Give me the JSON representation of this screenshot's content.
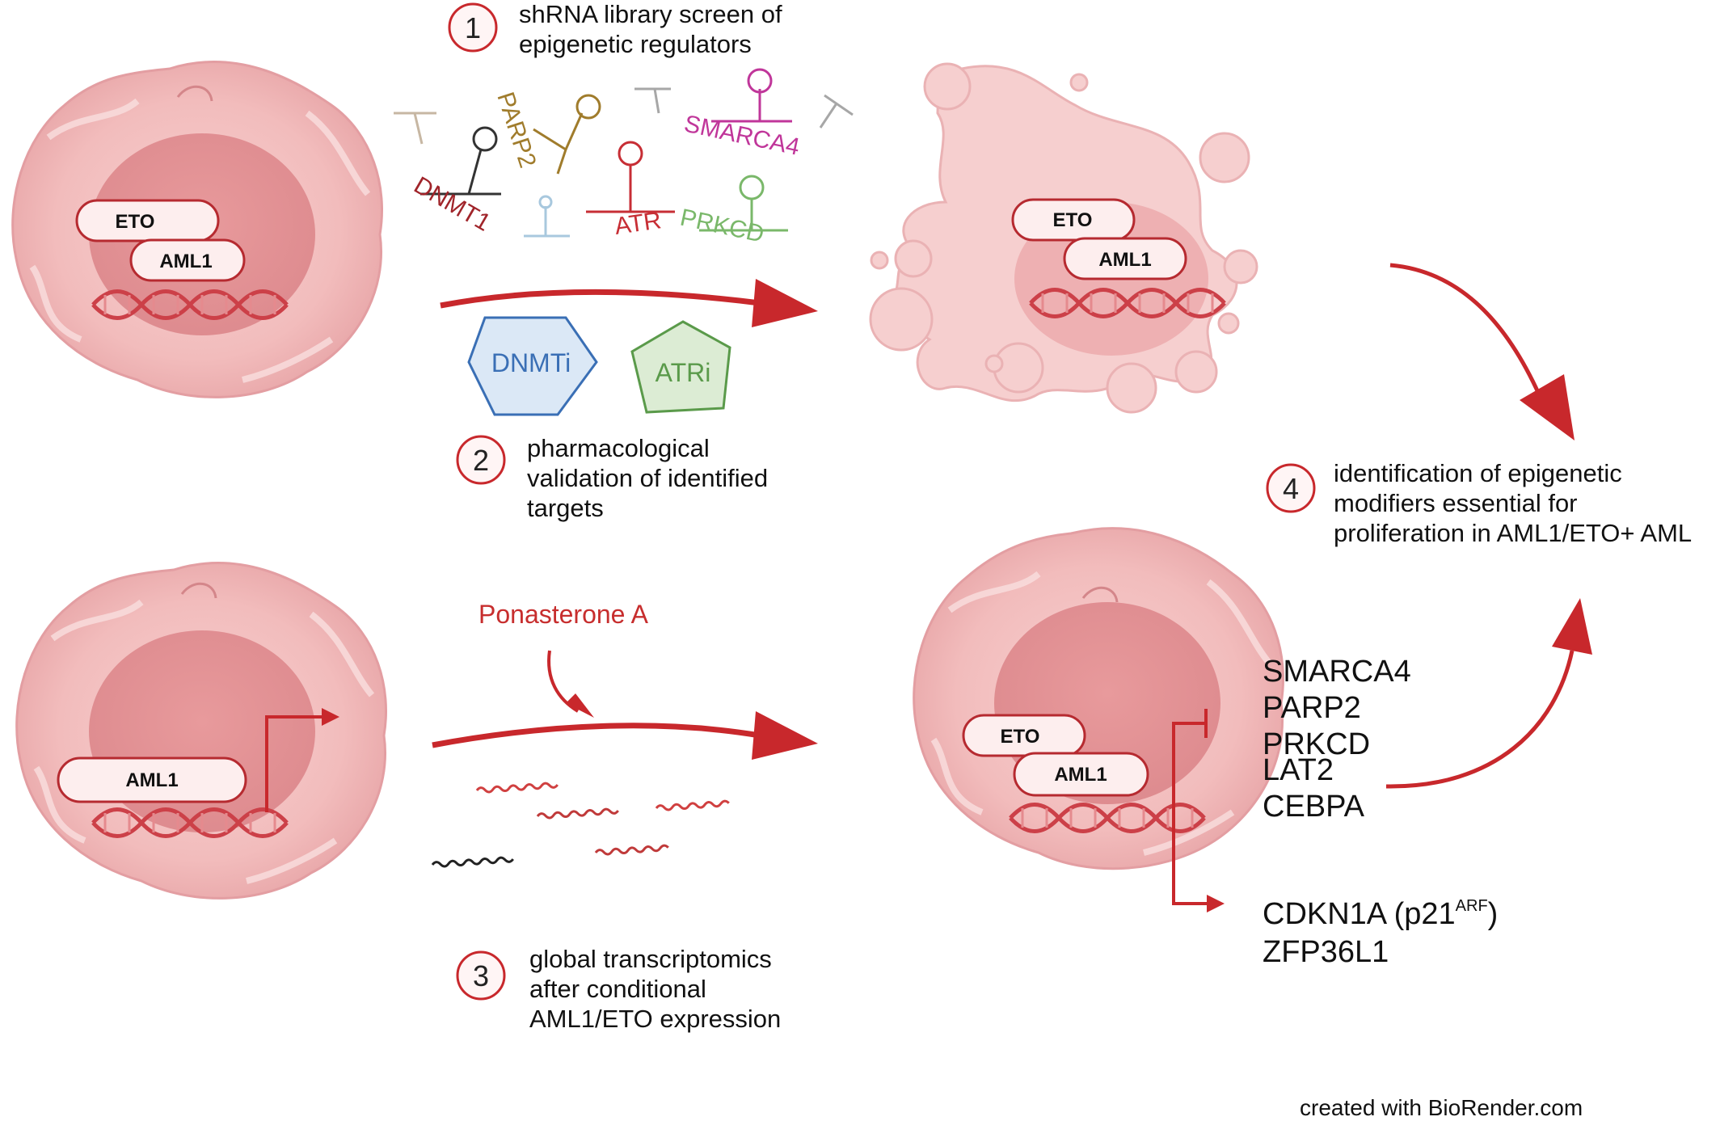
{
  "steps": {
    "step1": {
      "number": "1",
      "lines": [
        "shRNA library screen of",
        "epigenetic regulators"
      ]
    },
    "step2": {
      "number": "2",
      "lines": [
        "pharmacological",
        "validation of identified",
        "targets"
      ]
    },
    "step3": {
      "number": "3",
      "lines": [
        "global transcriptomics",
        "after conditional",
        "AML1/ETO expression"
      ]
    },
    "step4": {
      "number": "4",
      "lines": [
        "identification of epigenetic",
        "modifiers essential for",
        "proliferation in AML1/ETO+ AML"
      ]
    }
  },
  "cells": {
    "eto_label": "ETO",
    "aml1_label": "AML1"
  },
  "shrna_labels": {
    "parp2": {
      "text": "PARP2",
      "color": "#a07c2c"
    },
    "smarca4": {
      "text": "SMARCA4",
      "color": "#c0369a"
    },
    "dnmt1": {
      "text": "DNMT1",
      "color": "#a0242a"
    },
    "atr": {
      "text": "ATR",
      "color": "#c72e35"
    },
    "prkcd": {
      "text": "PRKCD",
      "color": "#7ab86a"
    }
  },
  "drugs": {
    "dnmti": {
      "text": "DNMTi",
      "color": "#3a6fb5"
    },
    "atri": {
      "text": "ATRi",
      "color": "#5a9a4a"
    }
  },
  "inducer": {
    "text": "Ponasterone A",
    "color": "#c72e2e"
  },
  "repressed_genes": [
    "SMARCA4",
    "PARP2",
    "PRKCD",
    "LAT2",
    "CEBPA"
  ],
  "activated_genes": {
    "gene1_main": "CDKN1A (p21",
    "gene1_super": "ARF",
    "gene1_close": ")",
    "gene2": "ZFP36L1"
  },
  "credit": "created with BioRender.com",
  "colors": {
    "arrow_red": "#c8282c",
    "cell_outer": "#f2c2c2",
    "cell_nucleus": "#e8a0a0",
    "dna": "#cc4048",
    "badge_border": "#c8282c"
  }
}
